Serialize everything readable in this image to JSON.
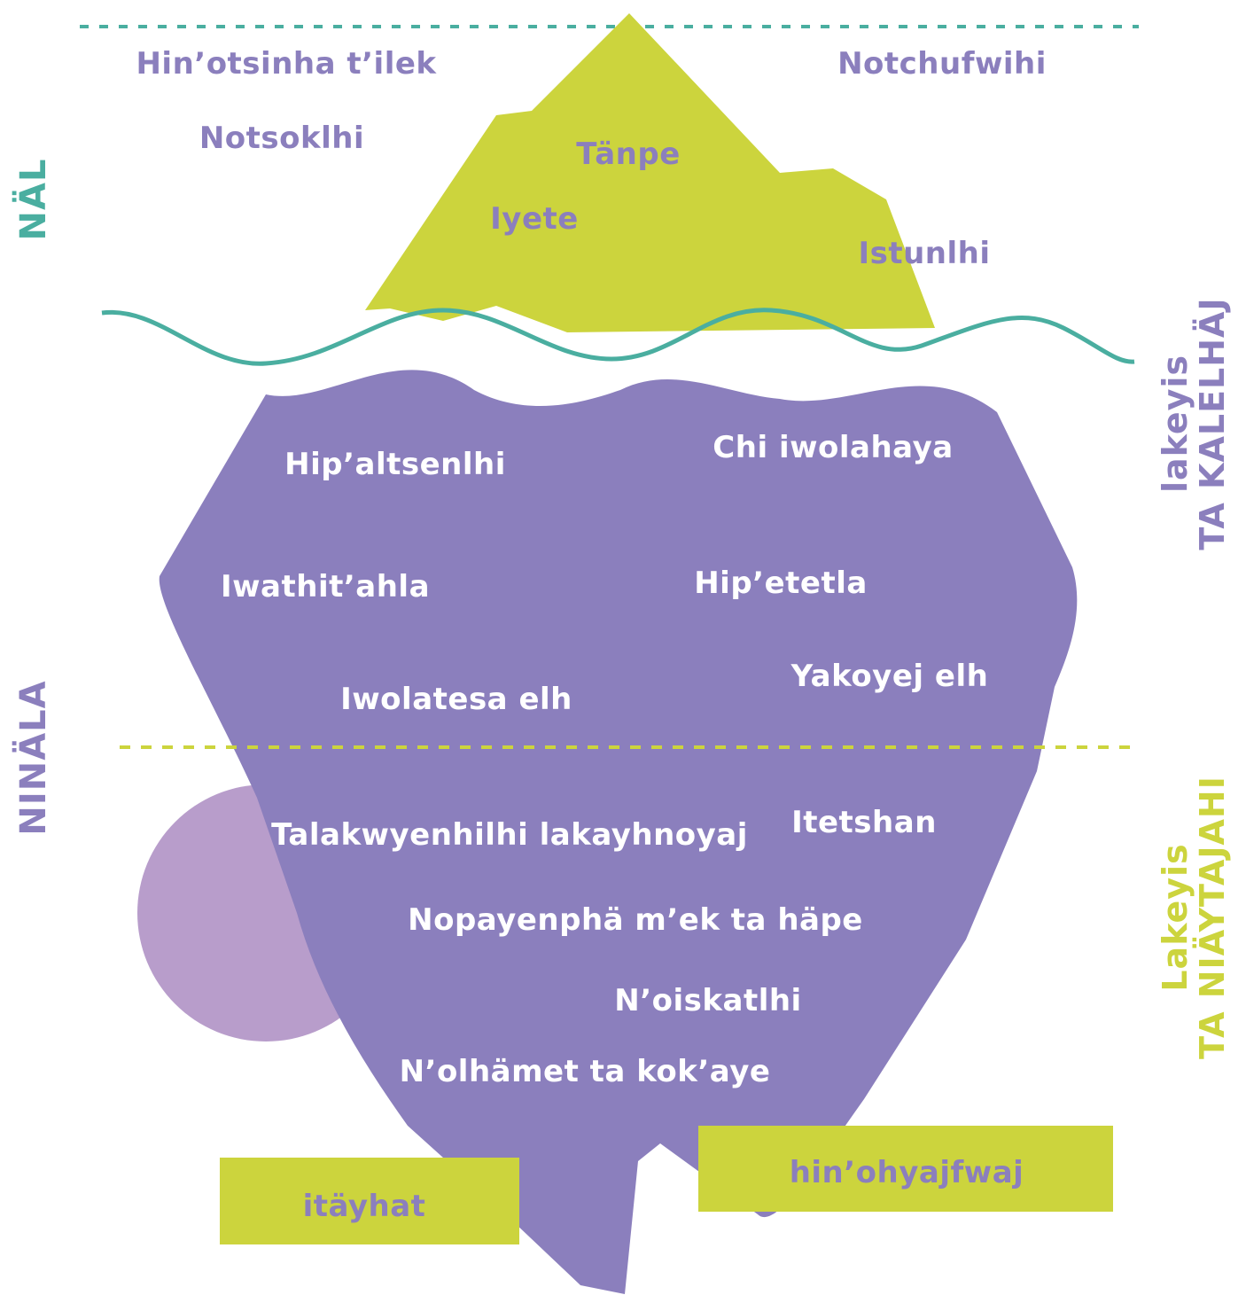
{
  "colors": {
    "lime": "#ccd43d",
    "purple": "#8b7fbd",
    "light_purple": "#b89dcb",
    "teal": "#4aaea0",
    "white": "#ffffff"
  },
  "sections": {
    "visible": "NÄL",
    "hidden": "NINÄLA"
  },
  "side_labels": {
    "upper": {
      "line1": "lakeyis",
      "line2": "TA KALELHÄJ"
    },
    "lower": {
      "line1": "Lakeyis",
      "line2": "TA NIÄYTAJAHI"
    }
  },
  "above_water": [
    "Hin’otsinha t’ilek",
    "Notchufwihi",
    "Notsoklhi",
    "Tänpe",
    "Iyete",
    "Istunlhi"
  ],
  "below_water": [
    "Hip’altsenlhi",
    "Chi iwolahaya",
    "Iwathit’ahla",
    "Hip’etetla",
    "Iwolatesa elh",
    "Yakoyej elh"
  ],
  "deep": [
    "Talakwyenhilhi lakayhnoyaj",
    "Itetshan",
    "Nopayenphä m’ek ta häpe",
    "N’oiskatlhi",
    "N’olhämet ta kok’aye"
  ],
  "base_boxes": {
    "left": "itäyhat",
    "right": "hin’ohyajfwaj"
  }
}
